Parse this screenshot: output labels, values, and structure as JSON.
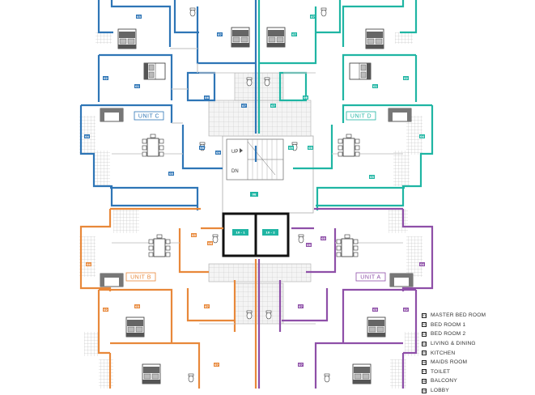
{
  "colors": {
    "unit_c": "#2e75b6",
    "unit_d": "#1fb5a3",
    "unit_b": "#e8883a",
    "unit_a": "#8e4fa8",
    "core": "#111111",
    "grid": "#b8b8b8",
    "wall_grey": "#c9c9c9"
  },
  "units": {
    "c": {
      "label": "UNIT C"
    },
    "d": {
      "label": "UNIT D"
    },
    "b": {
      "label": "UNIT B"
    },
    "a": {
      "label": "UNIT A"
    }
  },
  "core": {
    "up_label": "UP",
    "down_label": "DN",
    "lift_1": "10 - 1",
    "lift_2": "10 - 2",
    "lobby_tag": "08"
  },
  "legend": [
    {
      "code": "01",
      "label": "MASTER BED ROOM"
    },
    {
      "code": "02",
      "label": "BED ROOM 1"
    },
    {
      "code": "03",
      "label": "BED ROOM 2"
    },
    {
      "code": "04",
      "label": "LIVING & DINING"
    },
    {
      "code": "05",
      "label": "KITCHEN"
    },
    {
      "code": "06",
      "label": "MAIDS ROOM"
    },
    {
      "code": "07",
      "label": "TOILET"
    },
    {
      "code": "08",
      "label": "BALCONY"
    },
    {
      "code": "09",
      "label": "LOBBY"
    }
  ],
  "tags": {
    "c": [
      "03",
      "01",
      "02",
      "04",
      "05",
      "06",
      "07",
      "07",
      "08",
      "09"
    ],
    "d": [
      "07",
      "01",
      "02",
      "04",
      "05",
      "06",
      "07",
      "07",
      "08",
      "09"
    ],
    "b": [
      "06",
      "05",
      "04",
      "07",
      "03",
      "02",
      "07"
    ],
    "a": [
      "06",
      "05",
      "04",
      "07",
      "03",
      "02",
      "07"
    ]
  }
}
